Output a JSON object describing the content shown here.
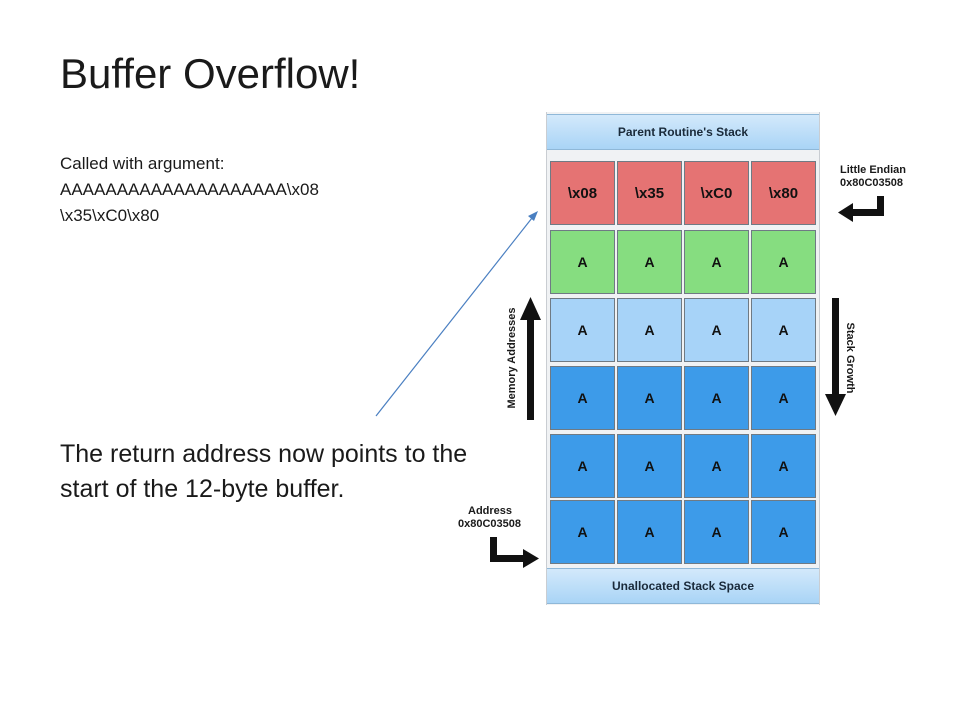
{
  "title": "Buffer Overflow!",
  "argument": {
    "label": "Called with argument:",
    "line1": "AAAAAAAAAAAAAAAAAAAA\\x08",
    "line2": "\\x35\\xC0\\x80"
  },
  "note": "The return address now points to the start of the 12-byte buffer.",
  "diagram": {
    "top_bar": "Parent Routine's Stack",
    "bottom_bar": "Unallocated Stack Space",
    "return_row": [
      "\\x08",
      "\\x35",
      "\\xC0",
      "\\x80"
    ],
    "buffer_rows": [
      [
        "A",
        "A",
        "A",
        "A"
      ],
      [
        "A",
        "A",
        "A",
        "A"
      ],
      [
        "A",
        "A",
        "A",
        "A"
      ],
      [
        "A",
        "A",
        "A",
        "A"
      ],
      [
        "A",
        "A",
        "A",
        "A"
      ]
    ],
    "little_endian_label": "Little Endian",
    "little_endian_value": "0x80C03508",
    "address_label": "Address",
    "address_value": "0x80C03508",
    "memory_addresses_label": "Memory Addresses",
    "stack_growth_label": "Stack Growth",
    "colors": {
      "return_row": "#e57373",
      "row1": "#86dd80",
      "row2": "#a7d3f8",
      "rows3_5": "#3d9be9",
      "arrow_line": "#4a7fc1"
    }
  }
}
